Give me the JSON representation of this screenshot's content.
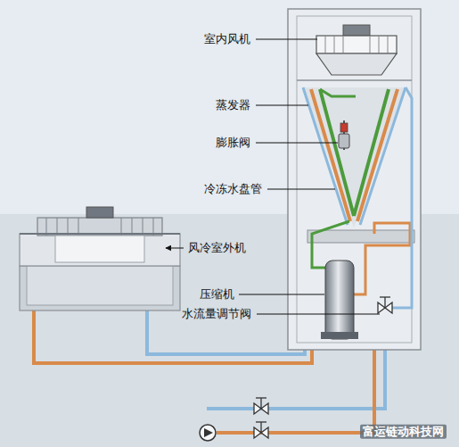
{
  "diagram": {
    "labels": [
      "室内风机",
      "蒸发器",
      "膨胀阀",
      "冷冻水盘管",
      "风冷室外机",
      "压缩机",
      "水流量调节阀",
      "富运链动科技网"
    ]
  }
}
